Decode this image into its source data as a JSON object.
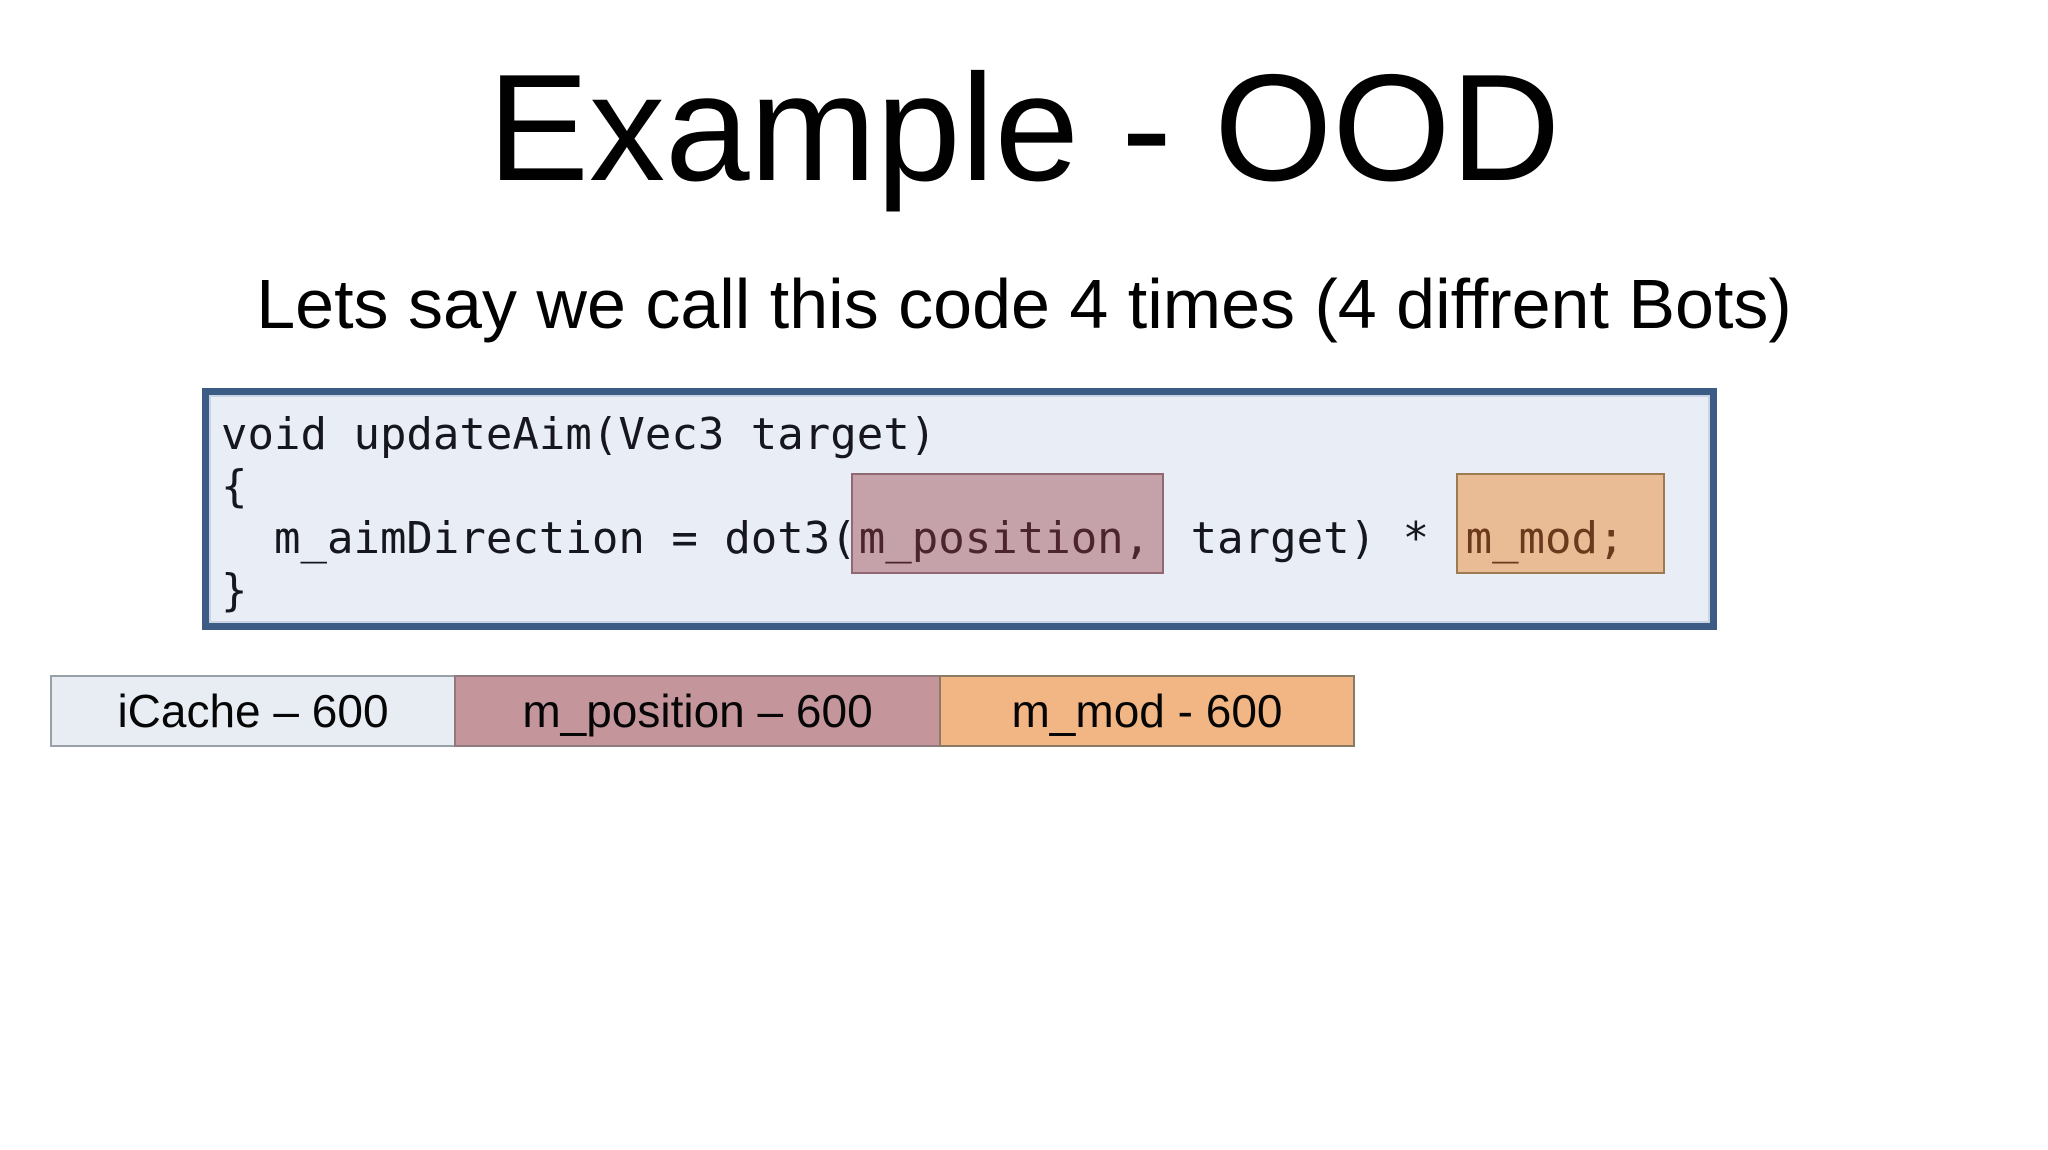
{
  "slide": {
    "title": "Example - OOD",
    "subtitle": "Lets say we call this code 4 times (4 diffrent Bots)"
  },
  "code": {
    "line1": "void updateAim(Vec3 target)",
    "line2": "{",
    "line3_prefix": "  m_aimDirection = dot3(",
    "line3_highlight_position": "m_position,",
    "line3_middle": " target) * ",
    "line3_highlight_mod": "m_mod;",
    "line4": "}"
  },
  "legend": {
    "items": [
      {
        "id": "icache",
        "label": "iCache – 600",
        "color": "#e8ecf3"
      },
      {
        "id": "m_position",
        "label": "m_position – 600",
        "color": "#c4969c"
      },
      {
        "id": "m_mod",
        "label": "m_mod - 600",
        "color": "#f2b584"
      }
    ]
  },
  "colors": {
    "slide_background": "#ffffff",
    "code_box_background": "#e9edf5",
    "code_box_border": "#3d5c85",
    "highlight_position_fill": "#c5a1aa",
    "highlight_position_border": "#8f6872",
    "highlight_position_text": "#4c242b",
    "highlight_mod_fill": "#e9bc95",
    "highlight_mod_border": "#9c7a52",
    "highlight_mod_text": "#6b3a1d"
  }
}
